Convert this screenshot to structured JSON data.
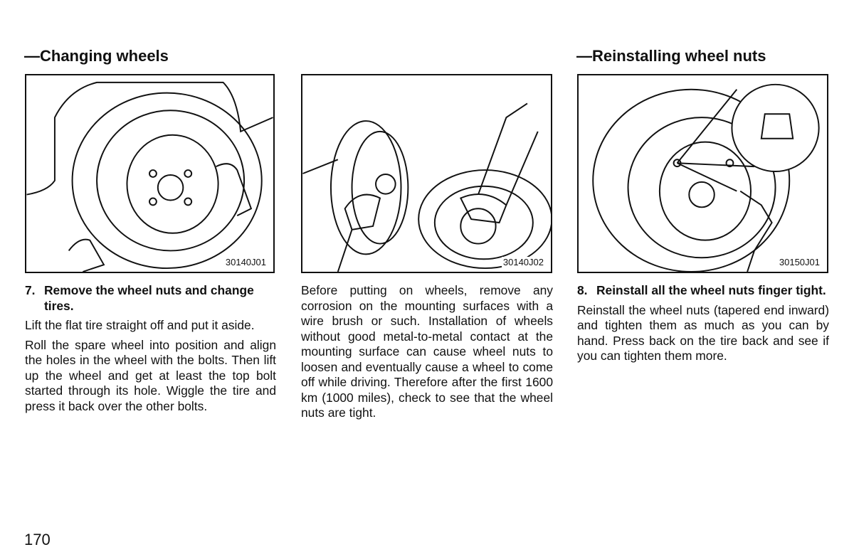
{
  "left": {
    "heading": "—Changing wheels",
    "figure_code": "30140J01",
    "step_number": "7.",
    "step_title": "Remove the wheel nuts and change tires.",
    "paragraphs": [
      "Lift the flat tire straight off and put it aside.",
      "Roll the spare wheel into position and align the holes in the wheel with the bolts. Then lift up the wheel and get at least the top bolt started through its hole. Wiggle the tire and press it back over the other bolts."
    ]
  },
  "middle": {
    "figure_code": "30140J02",
    "paragraph": "Before putting on wheels, remove any corrosion on the mounting surfaces with a wire brush or such. Installation of wheels without good metal-to-metal contact at the mounting surface can cause wheel nuts to loosen and eventually cause a wheel to come off while driving. Therefore after the first 1600 km (1000 miles), check to see that the wheel nuts are tight."
  },
  "right": {
    "heading": "—Reinstalling wheel nuts",
    "figure_code": "30150J01",
    "step_number": "8.",
    "step_title": "Reinstall all the wheel nuts finger tight.",
    "paragraph": "Reinstall the wheel nuts (tapered end inward) and tighten them as much as you can by hand. Press back on the tire back and see if you can tighten them more."
  },
  "page_number": "170"
}
